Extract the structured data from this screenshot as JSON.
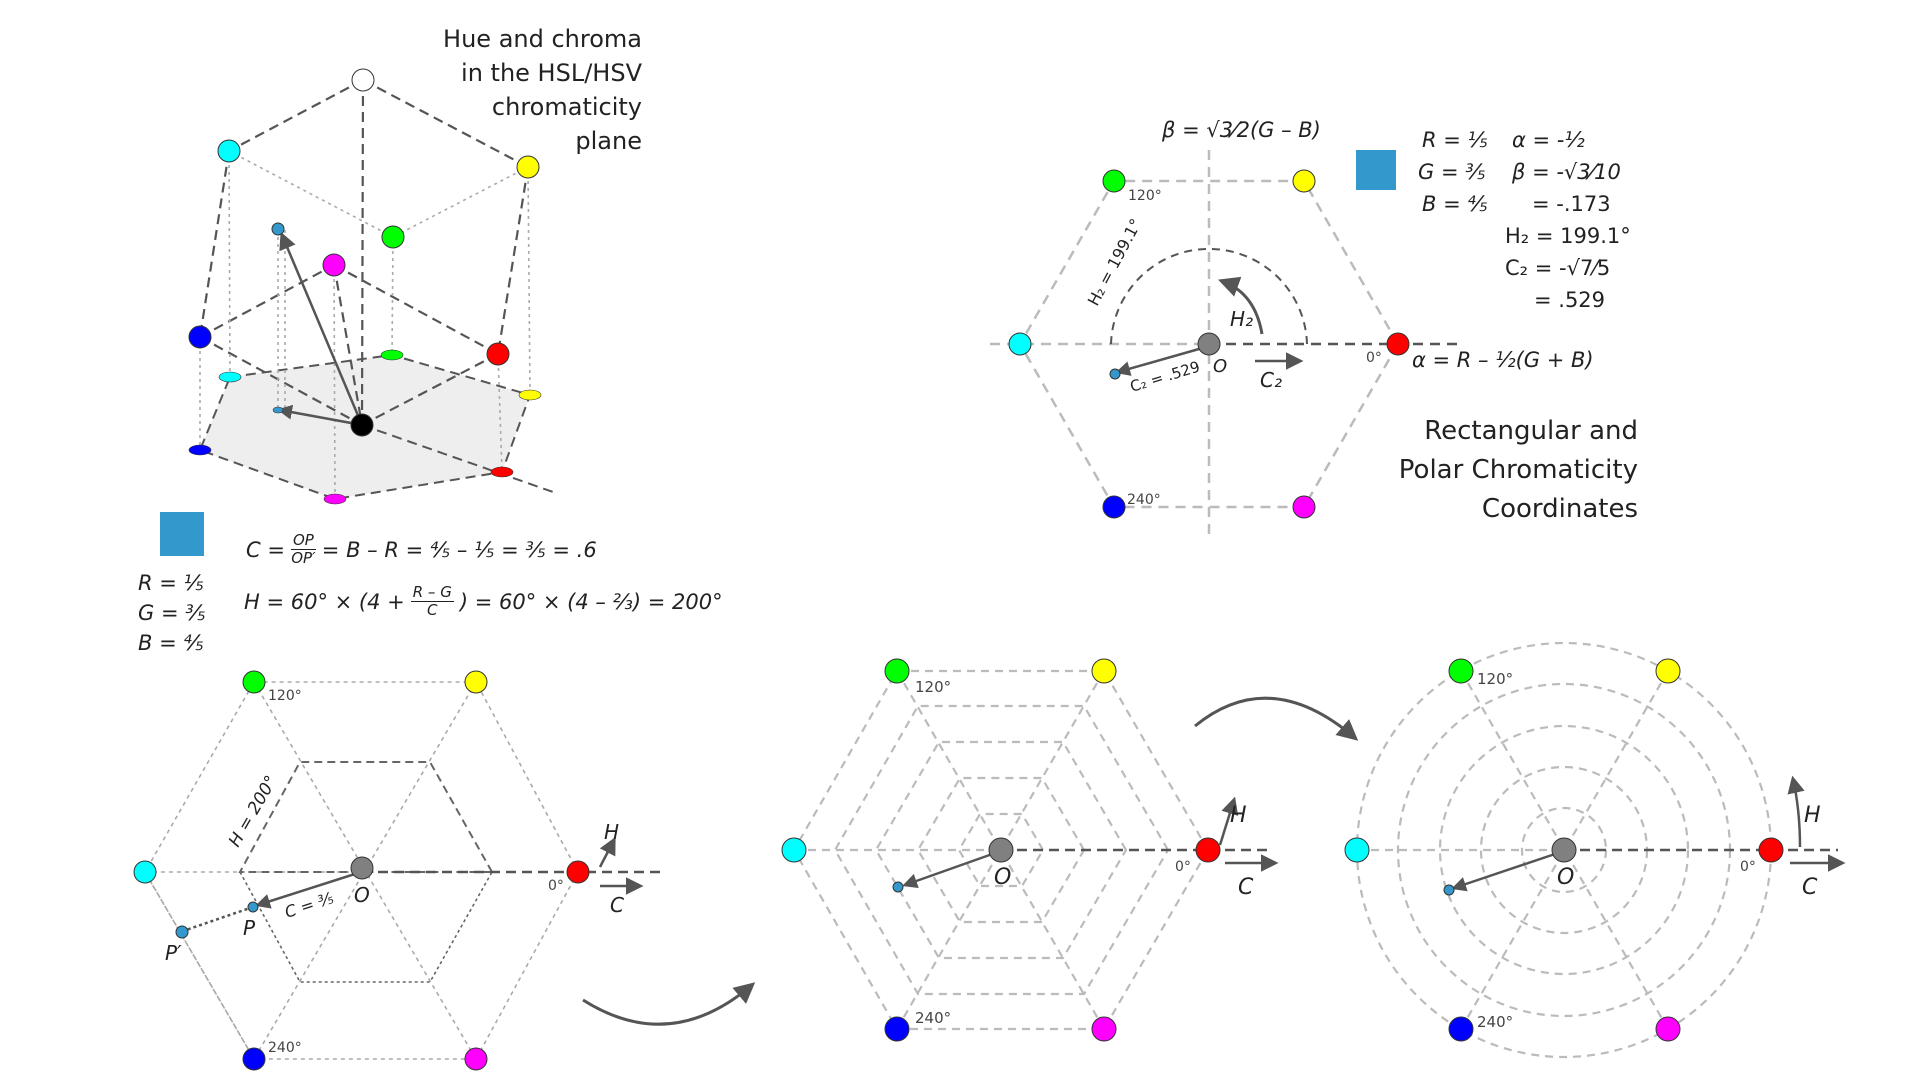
{
  "colors": {
    "red": "#ff0000",
    "yellow": "#ffff00",
    "green": "#00ff00",
    "cyan": "#00ffff",
    "blue": "#0000ff",
    "magenta": "#ff00ff",
    "white": "#ffffff",
    "black": "#000000",
    "gray": "#808080",
    "sample": "#3399cc",
    "line": "#555555",
    "dash": "#bbbbbb"
  },
  "top_left": {
    "title_lines": [
      "Hue and chroma",
      "in the HSL/HSV",
      "chromaticity",
      "plane"
    ],
    "rgb_lines": [
      "R = ⅕",
      "G = ⅗",
      "B = ⅘"
    ],
    "formula_c": {
      "lhs": "C =",
      "num": "OP",
      "den": "OP′",
      "rest": "= B – R = ⅘ – ⅕ = ⅗ = .6"
    },
    "formula_h": {
      "lhs": "H = 60° × (4 +",
      "num": "R – G",
      "den": "C",
      "rest": ") = 60° × (4 – ⅔) = 200°"
    }
  },
  "top_right": {
    "beta_axis": "β = √3⁄2(G – B)",
    "alpha_axis": "α = R – ½(G + B)",
    "title_lines": [
      "Rectangular and",
      "Polar Chromaticity",
      "Coordinates"
    ],
    "values": [
      "R = ⅕",
      "G = ⅗",
      "B = ⅘",
      "α = -½",
      "β = -√3⁄10",
      "= -.173",
      "H₂ = 199.1°",
      "C₂ = -√7⁄5",
      "= .529"
    ],
    "angle_label": "H₂ = 199.1°",
    "h_label": "H₂",
    "c_label": "C₂",
    "chroma_label": "C₂ = .529",
    "origin": "O",
    "deg0": "0°",
    "deg120": "120°",
    "deg240": "240°"
  },
  "bottom_left": {
    "origin": "O",
    "p": "P",
    "p_prime": "P′",
    "h_label": "H",
    "c_label": "C",
    "angle_label": "H = 200°",
    "chroma_label": "C = ⅗",
    "deg0": "0°",
    "deg120": "120°",
    "deg240": "240°"
  },
  "bottom_mid": {
    "origin": "O",
    "h_label": "H",
    "c_label": "C",
    "deg0": "0°",
    "deg120": "120°",
    "deg240": "240°"
  },
  "bottom_right": {
    "origin": "O",
    "h_label": "H",
    "c_label": "C",
    "deg0": "0°",
    "deg120": "120°",
    "deg240": "240°"
  }
}
